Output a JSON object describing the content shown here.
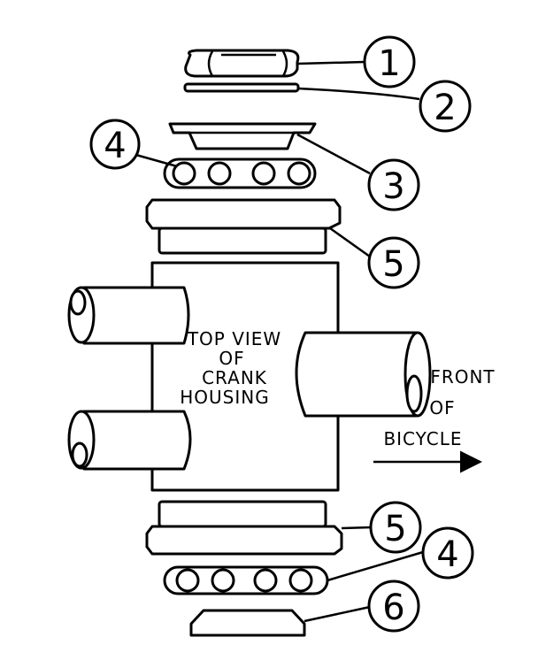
{
  "callouts": [
    "1",
    "2",
    "3",
    "4",
    "5",
    "5",
    "4",
    "6"
  ],
  "housing_label": [
    "TOP VIEW",
    "OF",
    "CRANK",
    "HOUSING"
  ],
  "direction_label": [
    "FRONT",
    "OF",
    "BICYCLE"
  ]
}
